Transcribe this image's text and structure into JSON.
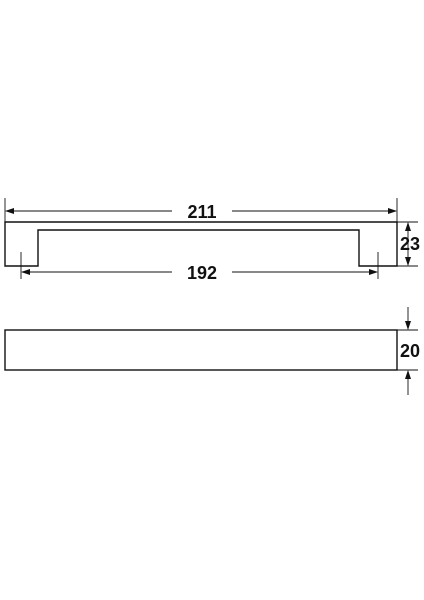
{
  "dimensions": {
    "overall_length": "211",
    "hole_spacing": "192",
    "height": "23",
    "depth": "20"
  },
  "colors": {
    "line": "#111111",
    "background": "#ffffff"
  }
}
